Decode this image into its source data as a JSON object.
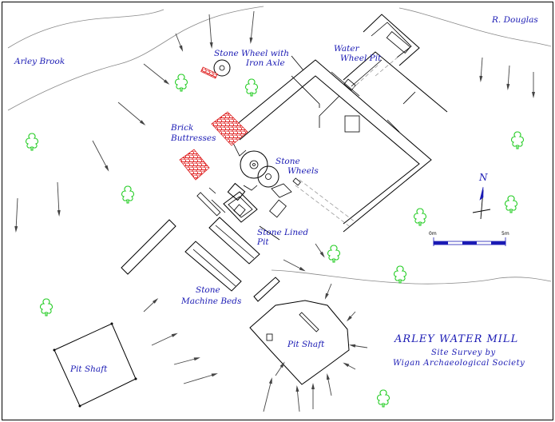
{
  "labels": {
    "arley_brook": "Arley Brook",
    "r_douglas": "R. Douglas",
    "stone_wheel_line1": "Stone Wheel with",
    "stone_wheel_line2": "Iron Axle",
    "water_wheel_line1": "Water",
    "water_wheel_line2": "Wheel Pit",
    "brick_line1": "Brick",
    "brick_line2": "Buttresses",
    "stone_wheels_line1": "Stone",
    "stone_wheels_line2": "Wheels",
    "stone_lined_line1": "Stone Lined",
    "stone_lined_line2": "Pit",
    "machine_line1": "Stone",
    "machine_line2": "Machine Beds",
    "pit_shaft_right": "Pit Shaft",
    "pit_shaft_left": "Pit Shaft"
  },
  "north_label": "N",
  "scale": {
    "start_label": "0m",
    "end_label": "5m"
  },
  "title": {
    "main": "ARLEY WATER MILL",
    "line2": "Site Survey by",
    "line3": "Wigan Archaeological Society"
  },
  "colors": {
    "text": "#1a1ab4",
    "trees": "#22cc22",
    "brick": "#dd2222"
  },
  "icons": [
    "tree-icon",
    "survey-stake-icon",
    "north-arrow-icon",
    "scale-bar-icon"
  ]
}
